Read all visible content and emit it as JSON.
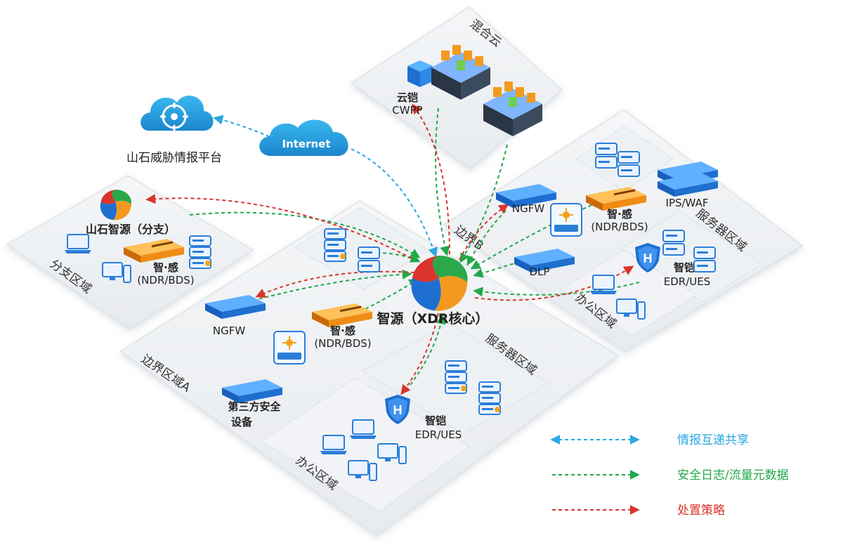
{
  "zones": {
    "hybrid_cloud": "混合云",
    "branch": "分支区域",
    "border_a": "边界区域A",
    "border_b": "边界B",
    "server_main": "服务器区域",
    "server_right": "服务器区域",
    "office_main": "办公区域",
    "office_right": "办公区域"
  },
  "nodes": {
    "threat_platform": "山石威胁情报平台",
    "internet": "Internet",
    "cloud_guard": "云铠",
    "cwpp": "CWPP",
    "branch_xdr": "山石智源（分支）",
    "branch_ndr_name": "智·感",
    "branch_ndr_sub": "(NDR/BDS)",
    "core": "智源（XDR核心）",
    "ngfw_a": "NGFW",
    "ndr_a_name": "智·感",
    "ndr_a_sub": "(NDR/BDS)",
    "third_party_1": "第三方安全",
    "third_party_2": "设备",
    "edr_a_name": "智铠",
    "edr_a_sub": "EDR/UES",
    "ngfw_b": "NGFW",
    "ndr_b_name": "智·感",
    "ndr_b_sub": "(NDR/BDS)",
    "ips_waf": "IPS/WAF",
    "dlp": "DLP",
    "edr_b_name": "智铠",
    "edr_b_sub": "EDR/UES"
  },
  "legend": [
    {
      "label": "情报互递共享",
      "color": "#2aa8e0"
    },
    {
      "label": "安全日志/流量元数据",
      "color": "#22a84a"
    },
    {
      "label": "处置策略",
      "color": "#d9342b"
    }
  ],
  "colors": {
    "blue": "#2aa8e0",
    "green": "#22a84a",
    "red": "#d9342b",
    "device_blue": "#1e6fd0",
    "device_orange": "#f39a1e"
  }
}
